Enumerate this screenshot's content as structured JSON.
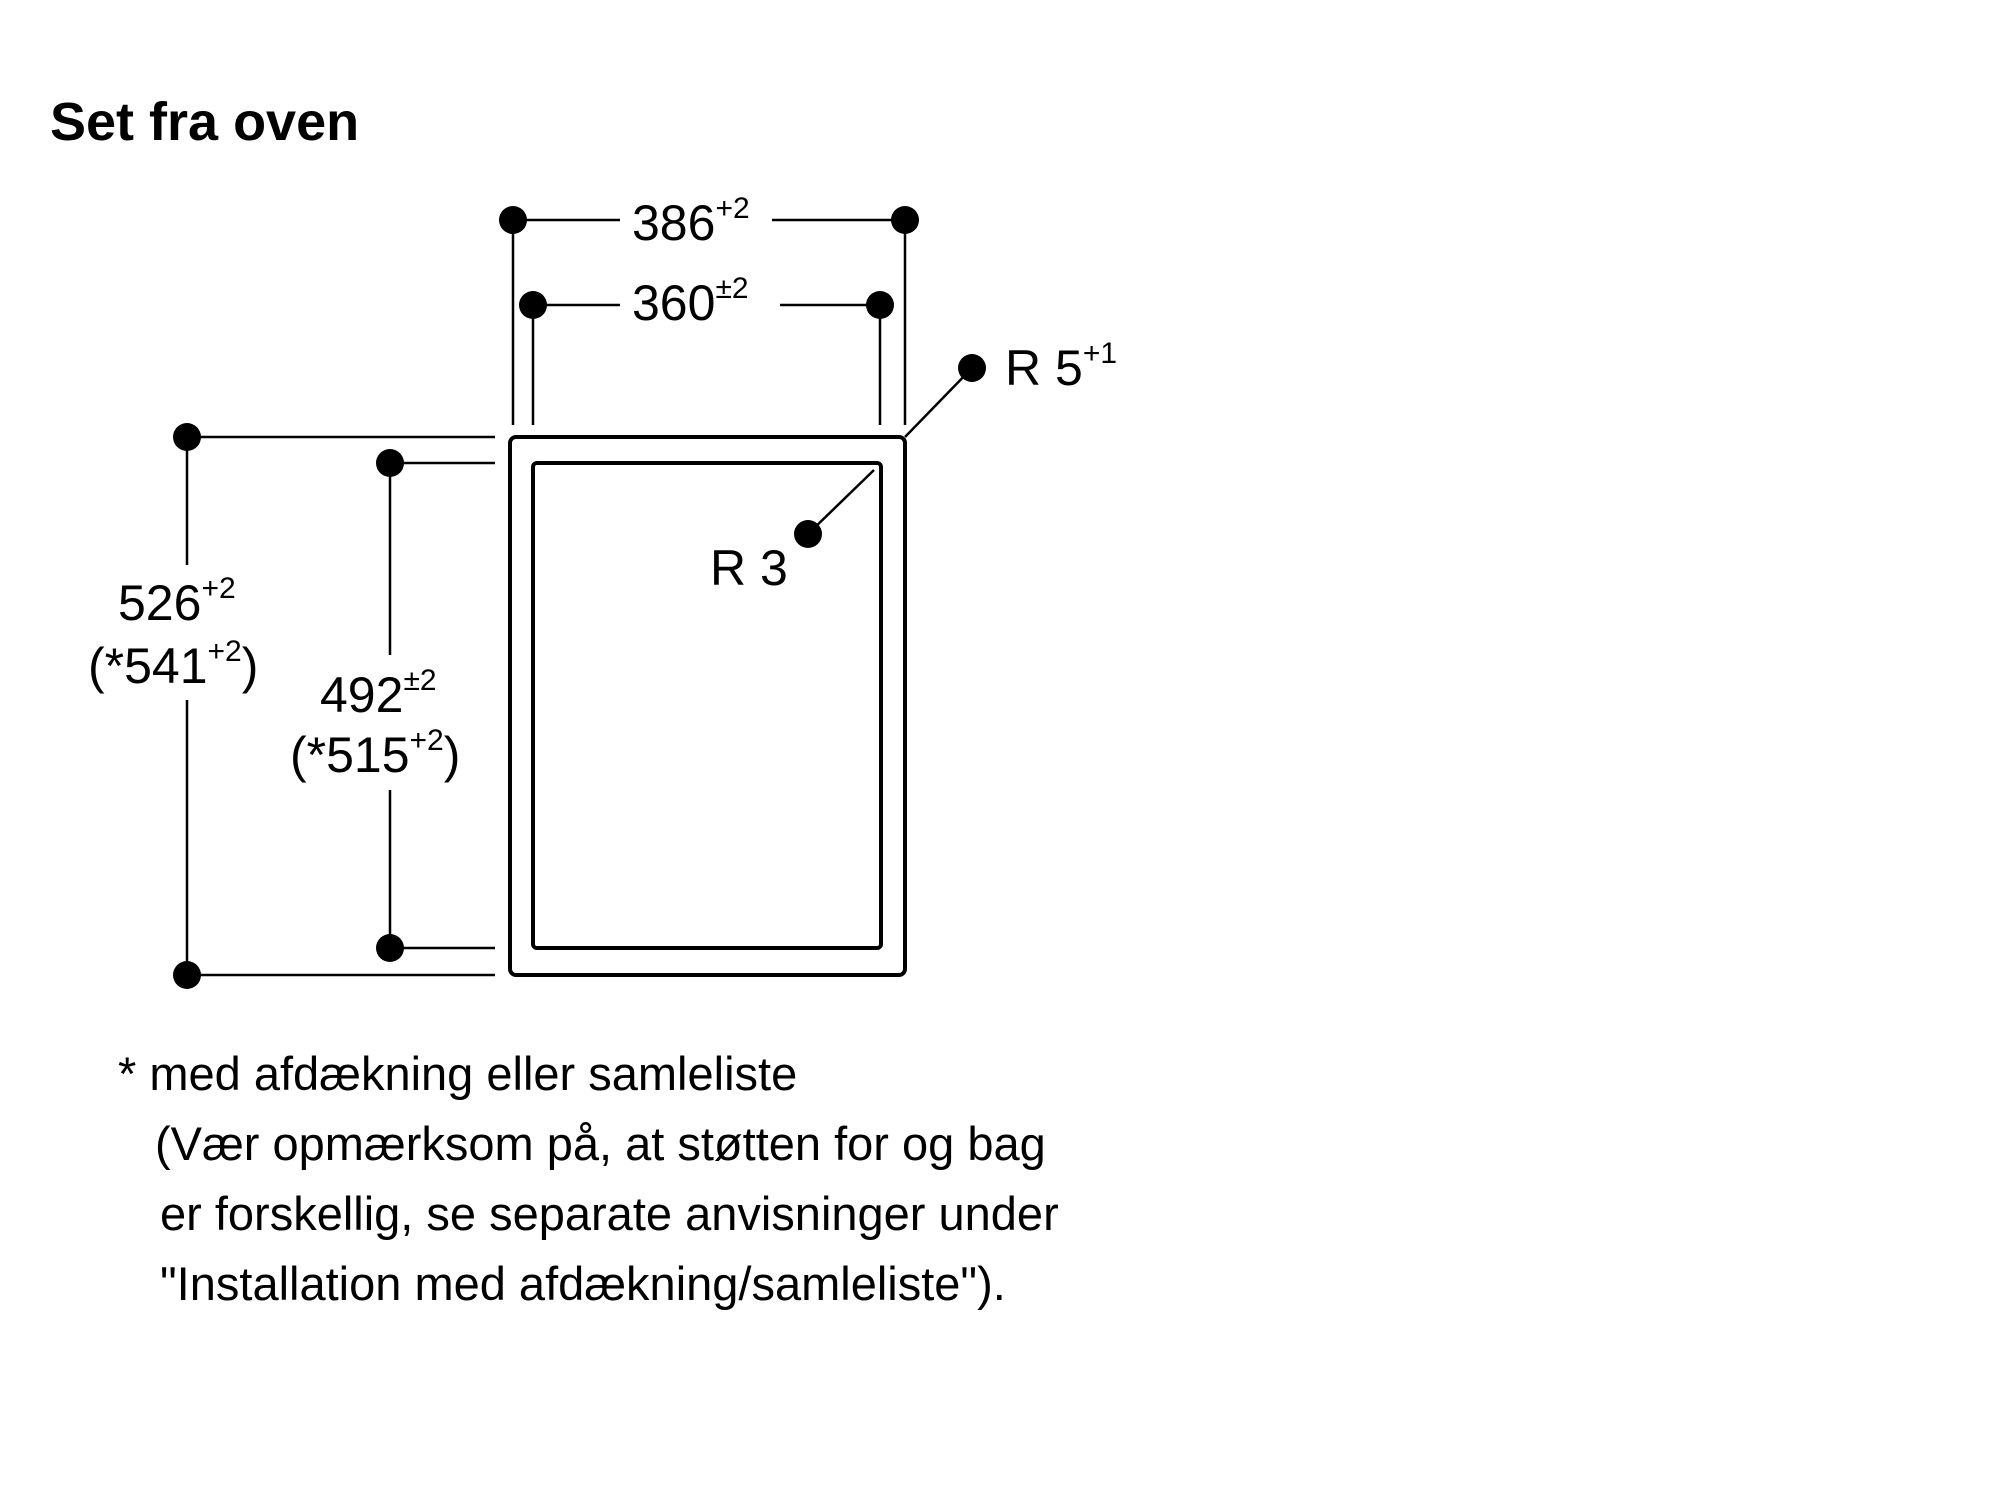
{
  "heading": "Set fra oven",
  "dimensions": {
    "outer_width": {
      "value": "386",
      "tolerance": "+2"
    },
    "inner_width": {
      "value": "360",
      "tolerance": "±2"
    },
    "outer_radius": {
      "prefix": "R 5",
      "tolerance": "+1"
    },
    "inner_radius": {
      "label": "R 3"
    },
    "outer_depth": {
      "value": "526",
      "tolerance": "+2",
      "alt_open": "(*541",
      "alt_tolerance": "+2",
      "alt_close": ")"
    },
    "inner_depth": {
      "value": "492",
      "tolerance": "±2",
      "alt_open": "(*515",
      "alt_tolerance": "+2",
      "alt_close": ")"
    }
  },
  "footnote": {
    "line1": "* med afdækning eller samleliste",
    "line2": "(Vær opmærksom på, at støtten for og bag",
    "line3": "er forskellig, se separate anvisninger under",
    "line4": "\"Installation med afdækning/samleliste\")."
  }
}
